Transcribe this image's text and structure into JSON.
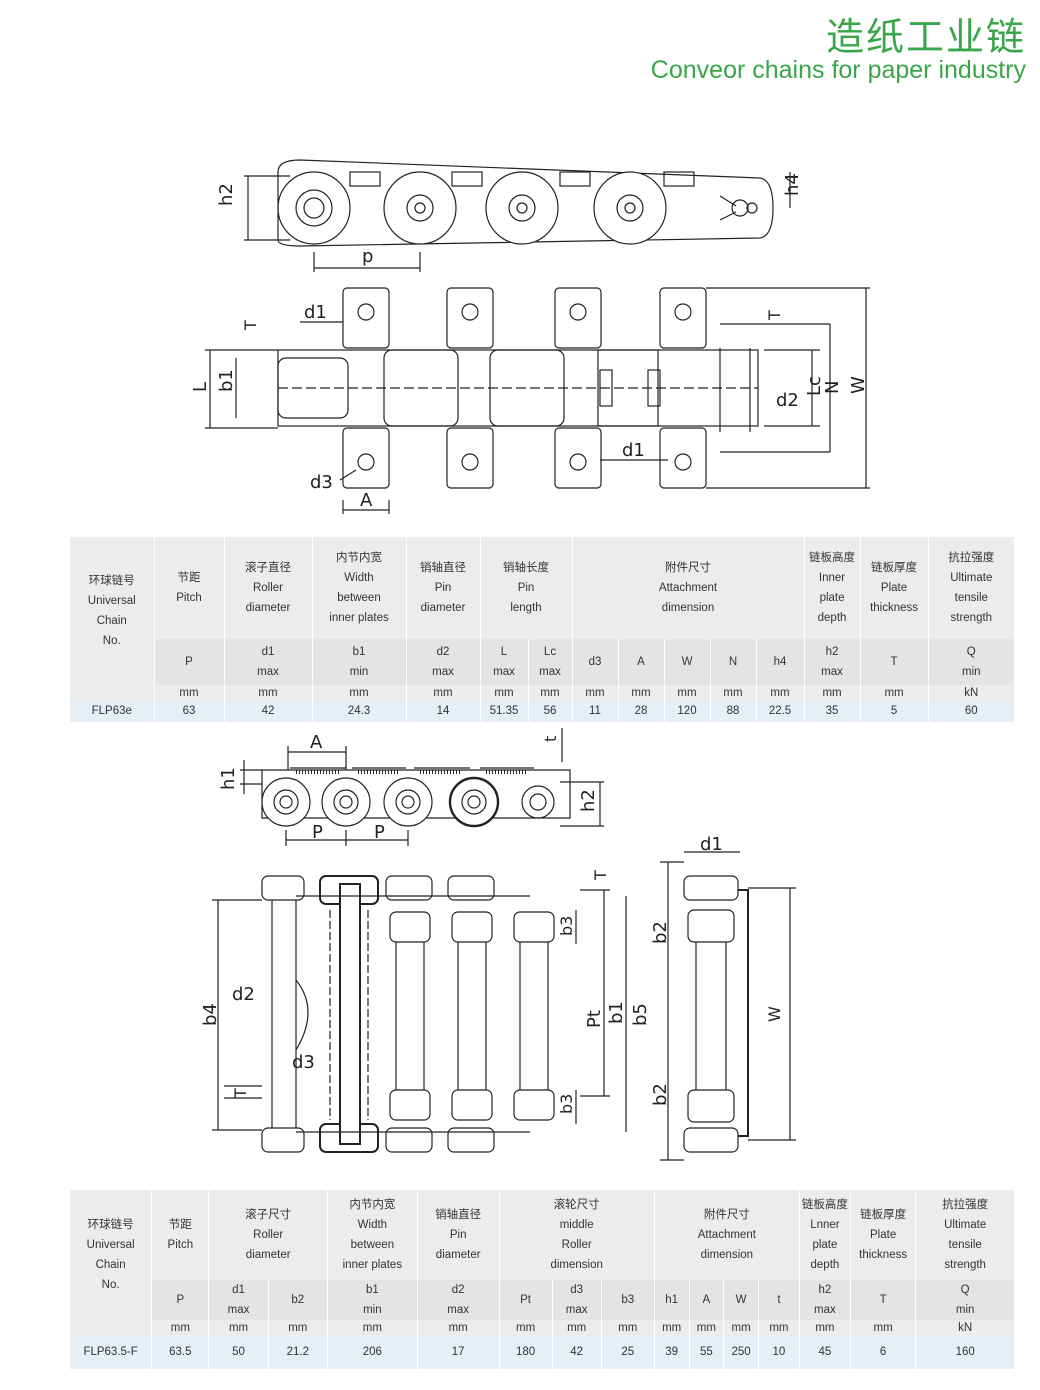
{
  "header": {
    "title_cn": "造纸工业链",
    "title_en": "Conveor chains for paper industry"
  },
  "diagram1": {
    "labels": [
      "h2",
      "h4",
      "p",
      "d1",
      "T",
      "T",
      "L",
      "b1",
      "Lc",
      "N",
      "W",
      "d2",
      "d1",
      "d3",
      "A"
    ]
  },
  "table1": {
    "headers": {
      "chain": [
        "环球链号",
        "Universal",
        "Chain",
        "No."
      ],
      "pitch": [
        "节距",
        "Pitch"
      ],
      "roller": [
        "滚子直径",
        "Roller",
        "diameter"
      ],
      "width": [
        "内节内宽",
        "Width",
        "between",
        "inner plates"
      ],
      "pin_dia": [
        "销轴直径",
        "Pin",
        "diameter"
      ],
      "pin_len": [
        "销轴长度",
        "Pin",
        "length"
      ],
      "attach": [
        "附件尺寸",
        "Attachment",
        "dimension"
      ],
      "plate_depth": [
        "链板高度",
        "Inner",
        "plate",
        "depth"
      ],
      "plate_thick": [
        "链板厚度",
        "Plate",
        "thickness"
      ],
      "strength": [
        "抗拉强度",
        "Ultimate",
        "tensile",
        "strength"
      ]
    },
    "symbols": [
      {
        "s": "P",
        "q": ""
      },
      {
        "s": "d1",
        "q": "max"
      },
      {
        "s": "b1",
        "q": "min"
      },
      {
        "s": "d2",
        "q": "max"
      },
      {
        "s": "L",
        "q": "max"
      },
      {
        "s": "Lc",
        "q": "max"
      },
      {
        "s": "d3",
        "q": ""
      },
      {
        "s": "A",
        "q": ""
      },
      {
        "s": "W",
        "q": ""
      },
      {
        "s": "N",
        "q": ""
      },
      {
        "s": "h4",
        "q": ""
      },
      {
        "s": "h2",
        "q": "max"
      },
      {
        "s": "T",
        "q": ""
      },
      {
        "s": "Q",
        "q": "min"
      }
    ],
    "units": [
      "mm",
      "mm",
      "mm",
      "mm",
      "mm",
      "mm",
      "mm",
      "mm",
      "mm",
      "mm",
      "mm",
      "mm",
      "mm",
      "kN"
    ],
    "row": {
      "chain": "FLP63e",
      "values": [
        "63",
        "42",
        "24.3",
        "14",
        "51.35",
        "56",
        "11",
        "28",
        "120",
        "88",
        "22.5",
        "35",
        "5",
        "60"
      ]
    }
  },
  "diagram2": {
    "labels": [
      "A",
      "t",
      "h1",
      "h2",
      "P",
      "P",
      "d1",
      "T",
      "b3",
      "b2",
      "b4",
      "d2",
      "Pt",
      "b1",
      "b5",
      "W",
      "d3",
      "T",
      "b3",
      "b2"
    ]
  },
  "table2": {
    "headers": {
      "chain": [
        "环球链号",
        "Universal",
        "Chain",
        "No."
      ],
      "pitch": [
        "节距",
        "Pitch"
      ],
      "roller": [
        "滚子尺寸",
        "Roller",
        "diameter"
      ],
      "width": [
        "内节内宽",
        "Width",
        "between",
        "inner plates"
      ],
      "pin_dia": [
        "销轴直径",
        "Pin",
        "diameter"
      ],
      "wheel": [
        "滚轮尺寸",
        "middle",
        "Roller",
        "dimension"
      ],
      "attach": [
        "附件尺寸",
        "Attachment",
        "dimension"
      ],
      "plate_depth": [
        "链板高度",
        "Lnner",
        "plate",
        "depth"
      ],
      "plate_thick": [
        "链板厚度",
        "Plate",
        "thickness"
      ],
      "strength": [
        "抗拉强度",
        "Ultimate",
        "tensile",
        "strength"
      ]
    },
    "symbols": [
      {
        "s": "P",
        "q": ""
      },
      {
        "s": "d1",
        "q": "max"
      },
      {
        "s": "b2",
        "q": ""
      },
      {
        "s": "b1",
        "q": "min"
      },
      {
        "s": "d2",
        "q": "max"
      },
      {
        "s": "Pt",
        "q": ""
      },
      {
        "s": "d3",
        "q": "max"
      },
      {
        "s": "b3",
        "q": ""
      },
      {
        "s": "h1",
        "q": ""
      },
      {
        "s": "A",
        "q": ""
      },
      {
        "s": "W",
        "q": ""
      },
      {
        "s": "t",
        "q": ""
      },
      {
        "s": "h2",
        "q": "max"
      },
      {
        "s": "T",
        "q": ""
      },
      {
        "s": "Q",
        "q": "min"
      }
    ],
    "units": [
      "mm",
      "mm",
      "mm",
      "mm",
      "mm",
      "mm",
      "mm",
      "mm",
      "mm",
      "mm",
      "mm",
      "mm",
      "mm",
      "mm",
      "kN"
    ],
    "row": {
      "chain": "FLP63.5-F",
      "values": [
        "63.5",
        "50",
        "21.2",
        "206",
        "17",
        "180",
        "42",
        "25",
        "39",
        "55",
        "250",
        "10",
        "45",
        "6",
        "160"
      ]
    }
  }
}
